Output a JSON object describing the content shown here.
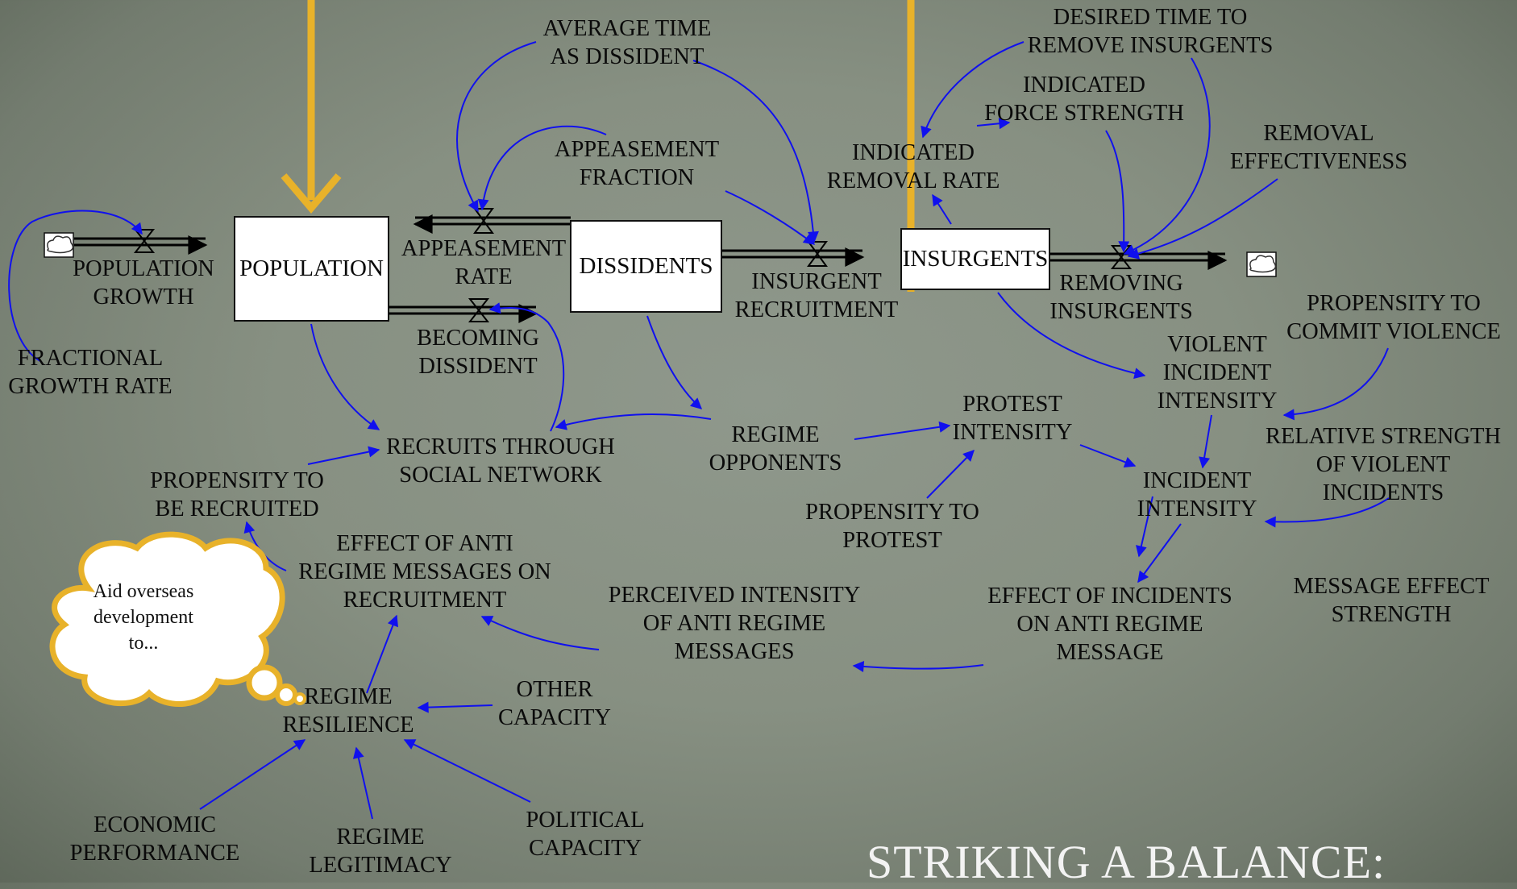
{
  "stocks": {
    "population": "POPULATION",
    "dissidents": "DISSIDENTS",
    "insurgents": "INSURGENTS"
  },
  "labels": {
    "population_growth": "POPULATION\nGROWTH",
    "fractional_growth_rate": "FRACTIONAL\nGROWTH RATE",
    "average_time_as_dissident": "AVERAGE TIME\nAS DISSIDENT",
    "appeasement_fraction": "APPEASEMENT\nFRACTION",
    "appeasement_rate": "APPEASEMENT\nRATE",
    "becoming_dissident": "BECOMING\nDISSIDENT",
    "insurgent_recruitment": "INSURGENT\nRECRUITMENT",
    "indicated_removal_rate": "INDICATED\nREMOVAL RATE",
    "indicated_force_strength": "INDICATED\nFORCE STRENGTH",
    "desired_time_to_remove_insurgents": "DESIRED TIME TO\nREMOVE INSURGENTS",
    "removal_effectiveness": "REMOVAL\nEFFECTIVENESS",
    "removing_insurgents": "REMOVING\nINSURGENTS",
    "propensity_to_commit_violence": "PROPENSITY TO\nCOMMIT VIOLENCE",
    "violent_incident_intensity": "VIOLENT\nINCIDENT\nINTENSITY",
    "relative_strength_of_violent_incidents": "RELATIVE STRENGTH\nOF VIOLENT\nINCIDENTS",
    "protest_intensity": "PROTEST\nINTENSITY",
    "regime_opponents": "REGIME\nOPPONENTS",
    "recruits_through_social_network": "RECRUITS THROUGH\nSOCIAL NETWORK",
    "propensity_to_be_recruited": "PROPENSITY TO\nBE RECRUITED",
    "propensity_to_protest": "PROPENSITY TO\nPROTEST",
    "incident_intensity": "INCIDENT\nINTENSITY",
    "effect_of_anti_regime_messages_on_recruitment": "EFFECT OF ANTI\nREGIME MESSAGES ON\nRECRUITMENT",
    "perceived_intensity_of_anti_regime_messages": "PERCEIVED INTENSITY\nOF ANTI REGIME\nMESSAGES",
    "effect_of_incidents_on_anti_regime_message": "EFFECT OF INCIDENTS\nON ANTI REGIME\nMESSAGE",
    "message_effect_strength": "MESSAGE EFFECT\nSTRENGTH",
    "regime_resilience": "REGIME\nRESILIENCE",
    "other_capacity": "OTHER\nCAPACITY",
    "economic_performance": "ECONOMIC\nPERFORMANCE",
    "regime_legitimacy": "REGIME\nLEGITIMACY",
    "political_capacity": "POLITICAL\nCAPACITY"
  },
  "thought_bubble": "Aid overseas\ndevelopment\nto...",
  "footer_title": "STRIKING A BALANCE:",
  "colors": {
    "link": "#1010ee",
    "pointer": "#e8b22a",
    "bubble_border": "#e8b22a",
    "title_text": "#f3f3f3"
  }
}
